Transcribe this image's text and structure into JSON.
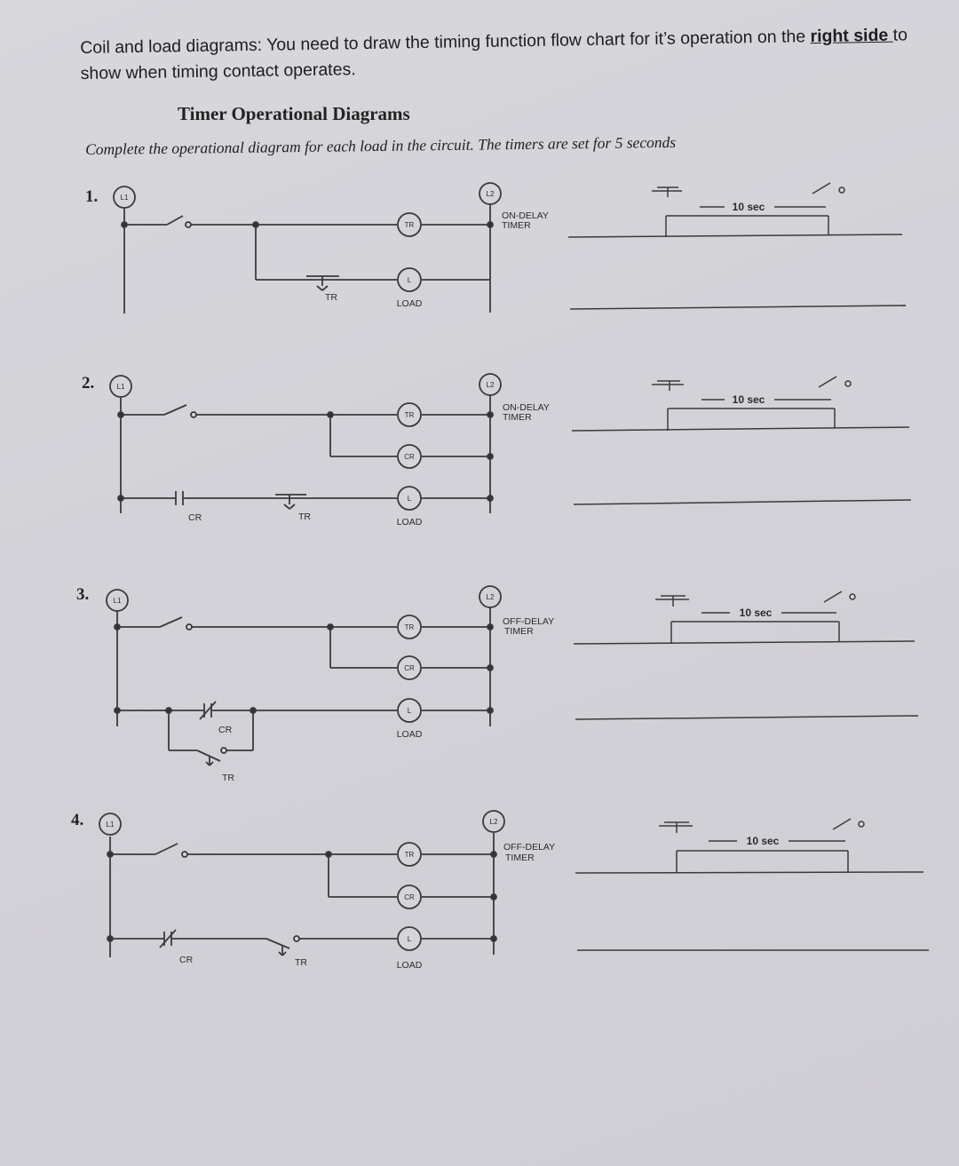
{
  "instructions": {
    "text_before": "Coil and load diagrams: You need to draw the timing function flow chart for it’s operation on the ",
    "underlined": "right side ",
    "text_after": "to show when timing contact operates."
  },
  "title": "Timer Operational Diagrams",
  "subtitle": "Complete the operational diagram for each load in the circuit. The timers are set for 5 seconds",
  "labels": {
    "l1": "L1",
    "l2": "L2",
    "tr": "TR",
    "cr": "CR",
    "l": "L",
    "load": "LOAD",
    "ten_sec": "10 sec"
  },
  "problems": [
    {
      "number": "1.",
      "timer_line1": "ON-DELAY",
      "timer_line2": "TIMER"
    },
    {
      "number": "2.",
      "timer_line1": "ON-DELAY",
      "timer_line2": "TIMER"
    },
    {
      "number": "3.",
      "timer_line1": "OFF-DELAY",
      "timer_line2": "TIMER"
    },
    {
      "number": "4.",
      "timer_line1": "OFF-DELAY",
      "timer_line2": "TIMER"
    }
  ],
  "colors": {
    "paper": "#d5d4da",
    "ink": "#2a2a2e",
    "line": "#555"
  }
}
